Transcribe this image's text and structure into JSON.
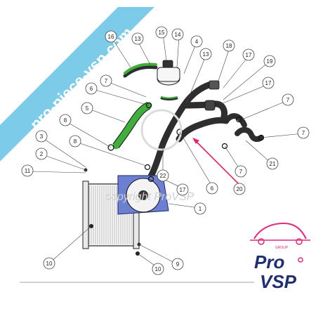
{
  "banner": {
    "text": "pro-piece-vsp.com",
    "color": "#7ccbe9"
  },
  "watermark": {
    "text": "copyright ProVSP"
  },
  "logo": {
    "group_label": "GROUP",
    "pro": "Pro",
    "vsp": "VSP",
    "accent": "#e3287a",
    "main": "#1f2f73"
  },
  "callouts": [
    {
      "id": "c16a",
      "label": "16"
    },
    {
      "id": "c13a",
      "label": "13"
    },
    {
      "id": "c15",
      "label": "15"
    },
    {
      "id": "c14",
      "label": "14"
    },
    {
      "id": "c4",
      "label": "4"
    },
    {
      "id": "c13b",
      "label": "13"
    },
    {
      "id": "c18",
      "label": "18"
    },
    {
      "id": "c17a",
      "label": "17"
    },
    {
      "id": "c19",
      "label": "19"
    },
    {
      "id": "c7a",
      "label": "7"
    },
    {
      "id": "c6a",
      "label": "6"
    },
    {
      "id": "c17b",
      "label": "17"
    },
    {
      "id": "c7b",
      "label": "7"
    },
    {
      "id": "c5",
      "label": "5"
    },
    {
      "id": "c8a",
      "label": "8"
    },
    {
      "id": "c7c",
      "label": "7"
    },
    {
      "id": "c3",
      "label": "3"
    },
    {
      "id": "c8b",
      "label": "8"
    },
    {
      "id": "c2",
      "label": "2"
    },
    {
      "id": "c21",
      "label": "21"
    },
    {
      "id": "c11",
      "label": "11"
    },
    {
      "id": "c7d",
      "label": "7"
    },
    {
      "id": "c22",
      "label": "22"
    },
    {
      "id": "c6b",
      "label": "6"
    },
    {
      "id": "c17c",
      "label": "17"
    },
    {
      "id": "c20",
      "label": "20"
    },
    {
      "id": "c1",
      "label": "1"
    },
    {
      "id": "c10a",
      "label": "10"
    },
    {
      "id": "c9",
      "label": "9"
    },
    {
      "id": "c10b",
      "label": "10"
    }
  ],
  "highlight_color": "#e8216b"
}
